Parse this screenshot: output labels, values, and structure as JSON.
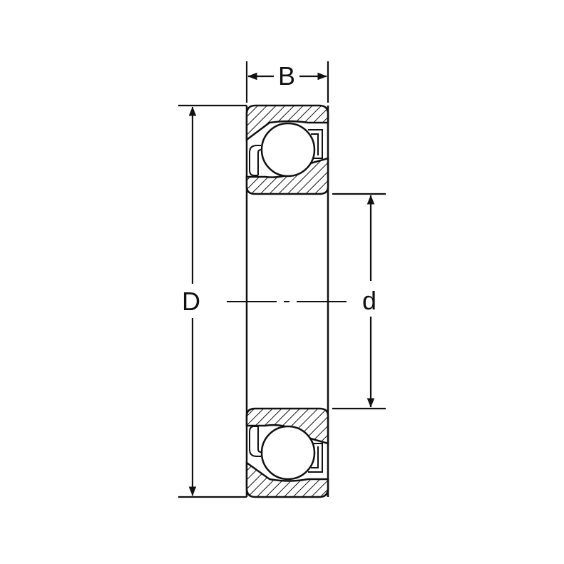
{
  "labels": {
    "width": "B",
    "outer_diameter": "D",
    "inner_diameter": "d"
  },
  "colors": {
    "line": "#111111",
    "background": "#ffffff"
  }
}
